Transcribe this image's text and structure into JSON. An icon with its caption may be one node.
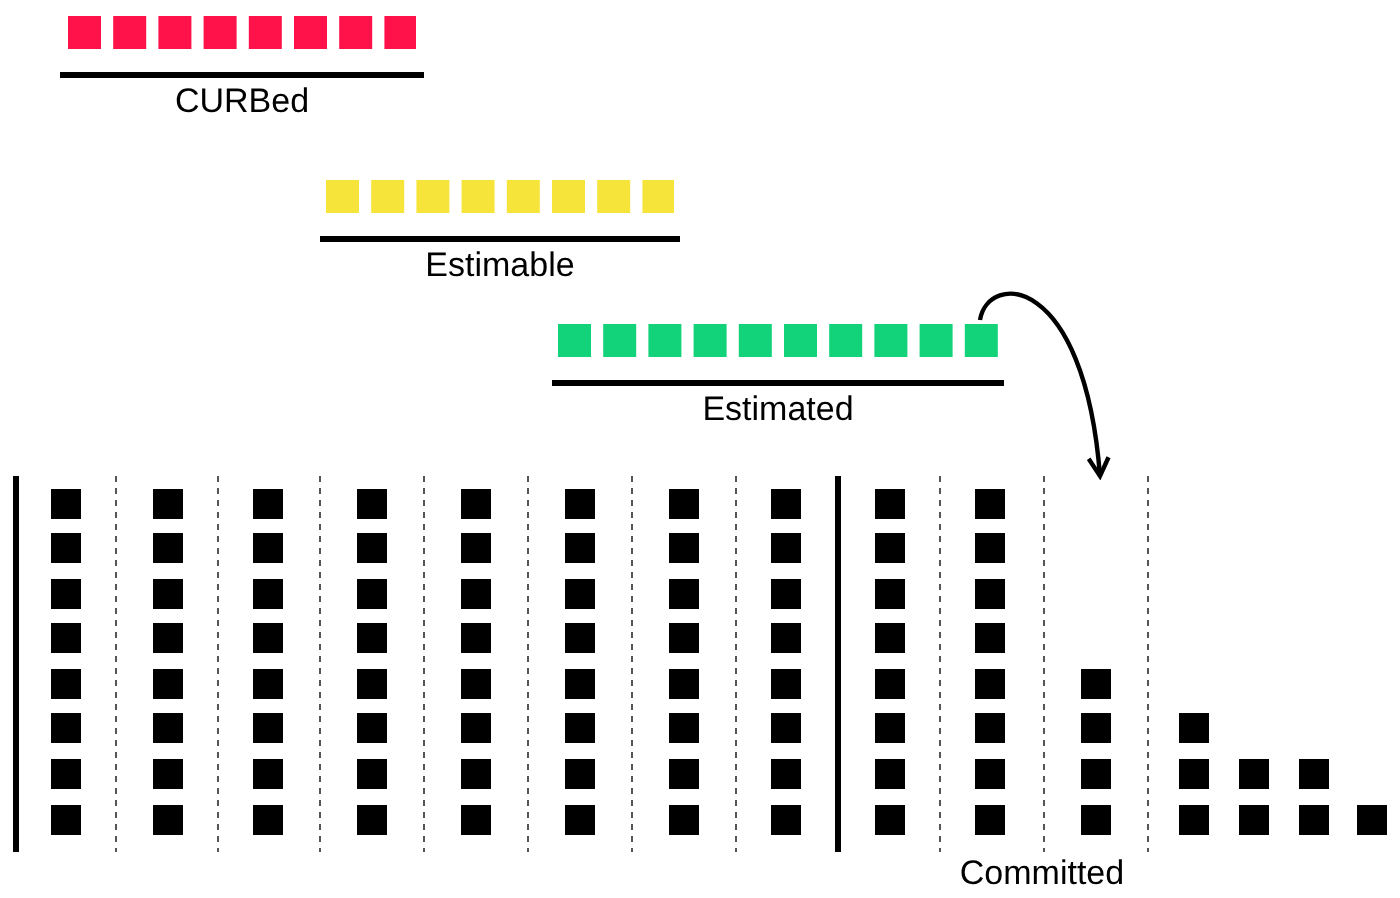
{
  "diagram": {
    "nodes": [
      {
        "text": [
          "CURBed"
        ]
      },
      {
        "text": [
          "Estimable"
        ]
      },
      {
        "text": [
          "Estimated"
        ]
      },
      {
        "text": [
          "Committed"
        ]
      }
    ],
    "edges": [
      {
        "from": 2,
        "to": 3,
        "arrow": "to"
      }
    ]
  }
}
